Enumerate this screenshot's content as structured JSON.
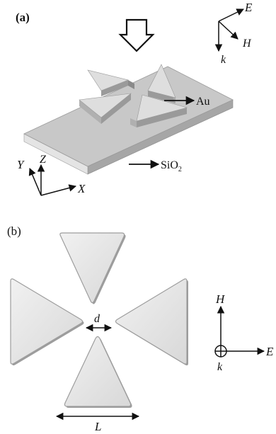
{
  "panel_a": {
    "label": "(a)",
    "material_top": "Au",
    "material_substrate": "SiO",
    "substrate_subscript": "2",
    "axes": {
      "y": "Y",
      "z": "Z",
      "x": "X"
    },
    "field": {
      "e": "E",
      "h": "H",
      "k": "k"
    }
  },
  "panel_b": {
    "label": "(b)",
    "gap_label": "d",
    "length_label": "L",
    "field": {
      "h": "H",
      "e": "E",
      "k": "k"
    }
  },
  "colors": {
    "surface": "#c8c8c8",
    "substrate_front": "#e4e4e4",
    "substrate_side": "#a6a6a6",
    "gold_top": "#dedede",
    "gold_wall": "#9a9a9a",
    "triangle_fill": "#e6e6e6",
    "triangle_edge": "#9d9d9d",
    "ink": "#111111"
  }
}
